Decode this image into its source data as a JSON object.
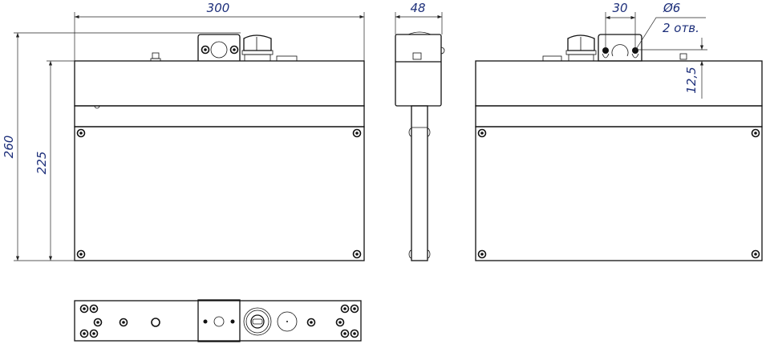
{
  "drawing": {
    "dimensions": {
      "width_front": "300",
      "height_total": "260",
      "height_body": "225",
      "depth_side": "48",
      "hole_spacing": "30",
      "hole_diameter": "Ø6",
      "hole_count": "2 отв.",
      "hole_offset": "12,5"
    },
    "colors": {
      "line": "#111111",
      "dimension_text": "#1d2f7a"
    }
  }
}
